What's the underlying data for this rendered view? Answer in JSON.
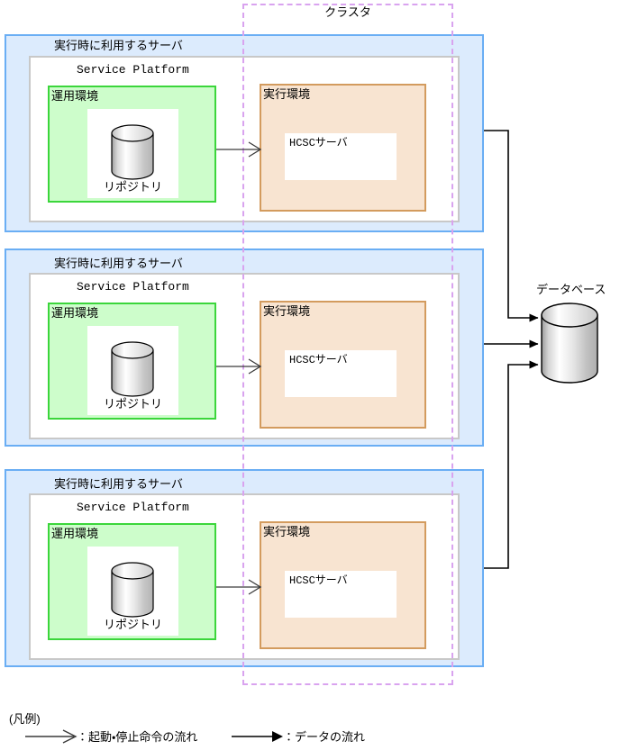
{
  "diagram": {
    "cluster": {
      "label": "クラスタ"
    },
    "servers": [
      {
        "title": "実行時に利用するサーバ",
        "platform_title": "Service Platform",
        "ops_title": "運用環境",
        "repository_label": "リポジトリ",
        "exec_title": "実行環境",
        "hcsc_label": "HCSCサーバ"
      },
      {
        "title": "実行時に利用するサーバ",
        "platform_title": "Service Platform",
        "ops_title": "運用環境",
        "repository_label": "リポジトリ",
        "exec_title": "実行環境",
        "hcsc_label": "HCSCサーバ"
      },
      {
        "title": "実行時に利用するサーバ",
        "platform_title": "Service Platform",
        "ops_title": "運用環境",
        "repository_label": "リポジトリ",
        "exec_title": "実行環境",
        "hcsc_label": "HCSCサーバ"
      }
    ],
    "database": {
      "label": "データベース"
    },
    "legend": {
      "title": "(凡例)",
      "items": [
        {
          "text": "：起動・停止命令の流れ",
          "arrow": "open-arrow"
        },
        {
          "text": "：データの流れ",
          "arrow": "solid-arrow"
        }
      ]
    },
    "colors": {
      "server_fill": "#dcebfd",
      "server_border": "#6aaef4",
      "platform_fill": "#ffffff",
      "platform_border": "#c8c8c8",
      "ops_fill": "#cdfdcb",
      "ops_border": "#3bd63b",
      "exec_fill": "#f8e4d1",
      "exec_border": "#d39b5e",
      "cluster_border": "#d9a3ef",
      "line": "#000000",
      "control_line": "#555555"
    }
  }
}
